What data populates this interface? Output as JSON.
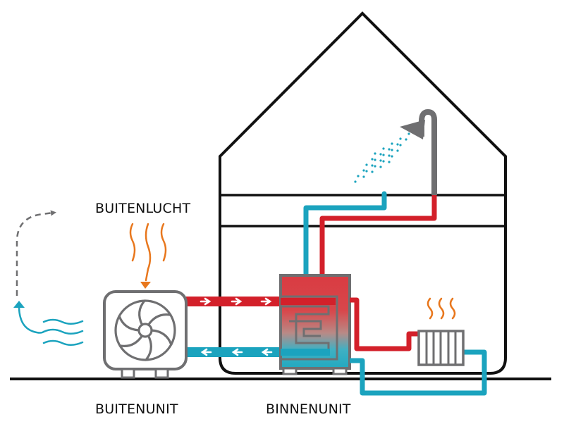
{
  "title": "Lucht-water warmtepomp schema",
  "labels": {
    "outside_air": "BUITENLUCHT",
    "outdoor_unit": "BUITENUNIT",
    "indoor_unit": "BINNENUNIT"
  },
  "colors": {
    "hot": "#d3202a",
    "cold": "#1ba3be",
    "heat_waves": "#e8771d",
    "device": "#6f6f71",
    "outline": "#111111",
    "exhaust_arrow": "#6f6f71",
    "background": "#ffffff"
  },
  "flow_arrows": {
    "supply_direction": "right",
    "supply_count": 3,
    "return_direction": "left",
    "return_count": 3
  },
  "components": [
    {
      "id": "outdoor-unit",
      "name": "Buitenunit",
      "icon": "fan-icon"
    },
    {
      "id": "indoor-unit",
      "name": "Binnenunit",
      "icon": "heat-exchanger-coil"
    },
    {
      "id": "shower",
      "name": "Douche",
      "icon": "shower-icon"
    },
    {
      "id": "radiator",
      "name": "Radiator",
      "icon": "radiator-icon"
    }
  ]
}
